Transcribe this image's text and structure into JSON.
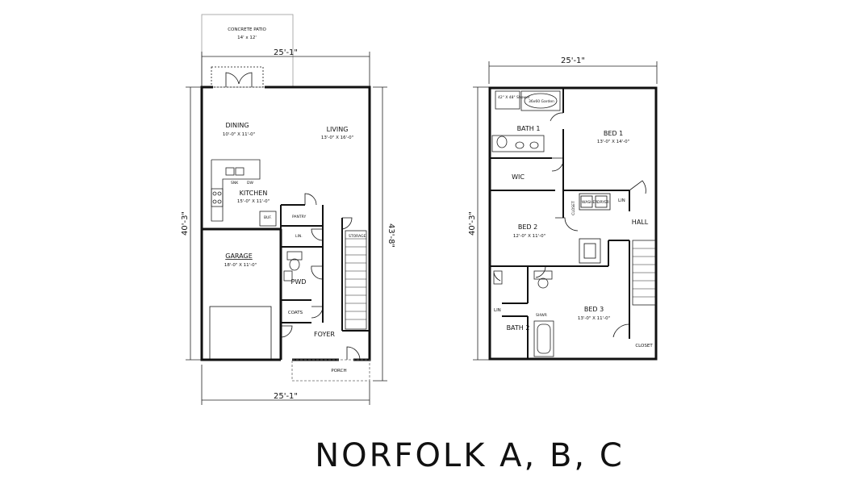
{
  "title": "NORFOLK A, B, C",
  "first_floor": {
    "patio": {
      "name": "CONCRETE PATIO",
      "size": "14' x 12'"
    },
    "width_top": "25'-1\"",
    "width_bottom": "25'-1\"",
    "height_left": "40'-3\"",
    "height_right": "43'-8\"",
    "rooms": {
      "dining": {
        "name": "DINING",
        "size": "10'-0\" X 11'-0\""
      },
      "living": {
        "name": "LIVING",
        "size": "13'-0\" X 16'-0\""
      },
      "kitchen": {
        "name": "KITCHEN",
        "size": "15'-0\" X 11'-0\""
      },
      "garage": {
        "name": "GARAGE",
        "size": "18'-0\" X 11'-0\""
      },
      "pwd": "PWD",
      "coats": "COATS",
      "foyer": "FOYER",
      "porch": "PORCH",
      "pantry": "PANTRY",
      "storage": "STORAGE",
      "lin": "LIN.",
      "buf": "BUF."
    },
    "appliances": {
      "sink": "SNK",
      "dw": "DW"
    }
  },
  "second_floor": {
    "width_top": "25'-1\"",
    "height_left": "40'-3\"",
    "rooms": {
      "bath1": "BATH 1",
      "bed1": {
        "name": "BED 1",
        "size": "13'-0\" X 14'-0\""
      },
      "wic": "WIC",
      "closet_a": "CLOSET",
      "washer": "WASHER",
      "dryer": "DRYER",
      "lin_a": "LIN",
      "hall": "HALL",
      "bed2": {
        "name": "BED 2",
        "size": "12'-0\" X 11'-0\""
      },
      "bed3": {
        "name": "BED 3",
        "size": "13'-0\" X 11'-0\""
      },
      "lin_b": "LIN",
      "bath2": "BATH 2",
      "shwr": "SHWR",
      "closet_b": "CLOSET",
      "shower_note": "42\" X 48\" Shower",
      "tub_note": "36x60 Garden"
    }
  }
}
